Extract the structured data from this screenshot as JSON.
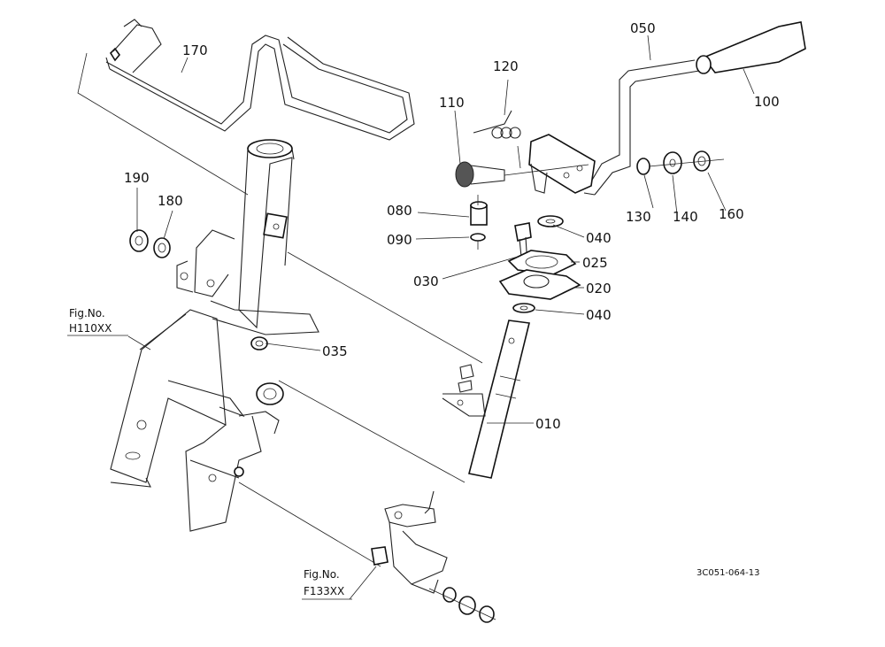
{
  "diagram": {
    "drawing_id": "3C051-064-13",
    "part_labels": {
      "p010": "010",
      "p020": "020",
      "p025": "025",
      "p030": "030",
      "p035": "035",
      "p040a": "040",
      "p040b": "040",
      "p050": "050",
      "p080": "080",
      "p090": "090",
      "p100": "100",
      "p110": "110",
      "p120": "120",
      "p130": "130",
      "p140": "140",
      "p160": "160",
      "p170": "170",
      "p180": "180",
      "p190": "190"
    },
    "figure_refs": {
      "ref1": {
        "prefix": "Fig.No.",
        "code": "H110XX"
      },
      "ref2": {
        "prefix": "Fig.No.",
        "code": "F133XX"
      }
    }
  }
}
